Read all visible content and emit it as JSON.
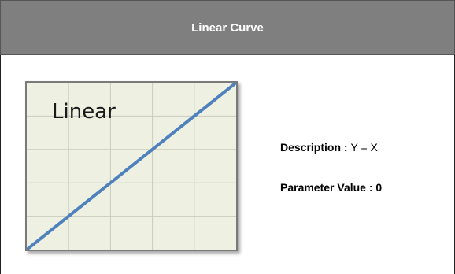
{
  "header": {
    "title": "Linear Curve"
  },
  "graph": {
    "label": "Linear",
    "line_color": "#4f81bd",
    "grid_color": "#c8ccc0",
    "background_color": "#eef1e1",
    "grid_columns": 5,
    "grid_rows": 5
  },
  "info": {
    "description_label": "Description",
    "description_separator": " : ",
    "description_value": "Y = X",
    "parameter_label": "Parameter Value : ",
    "parameter_value": "0"
  }
}
